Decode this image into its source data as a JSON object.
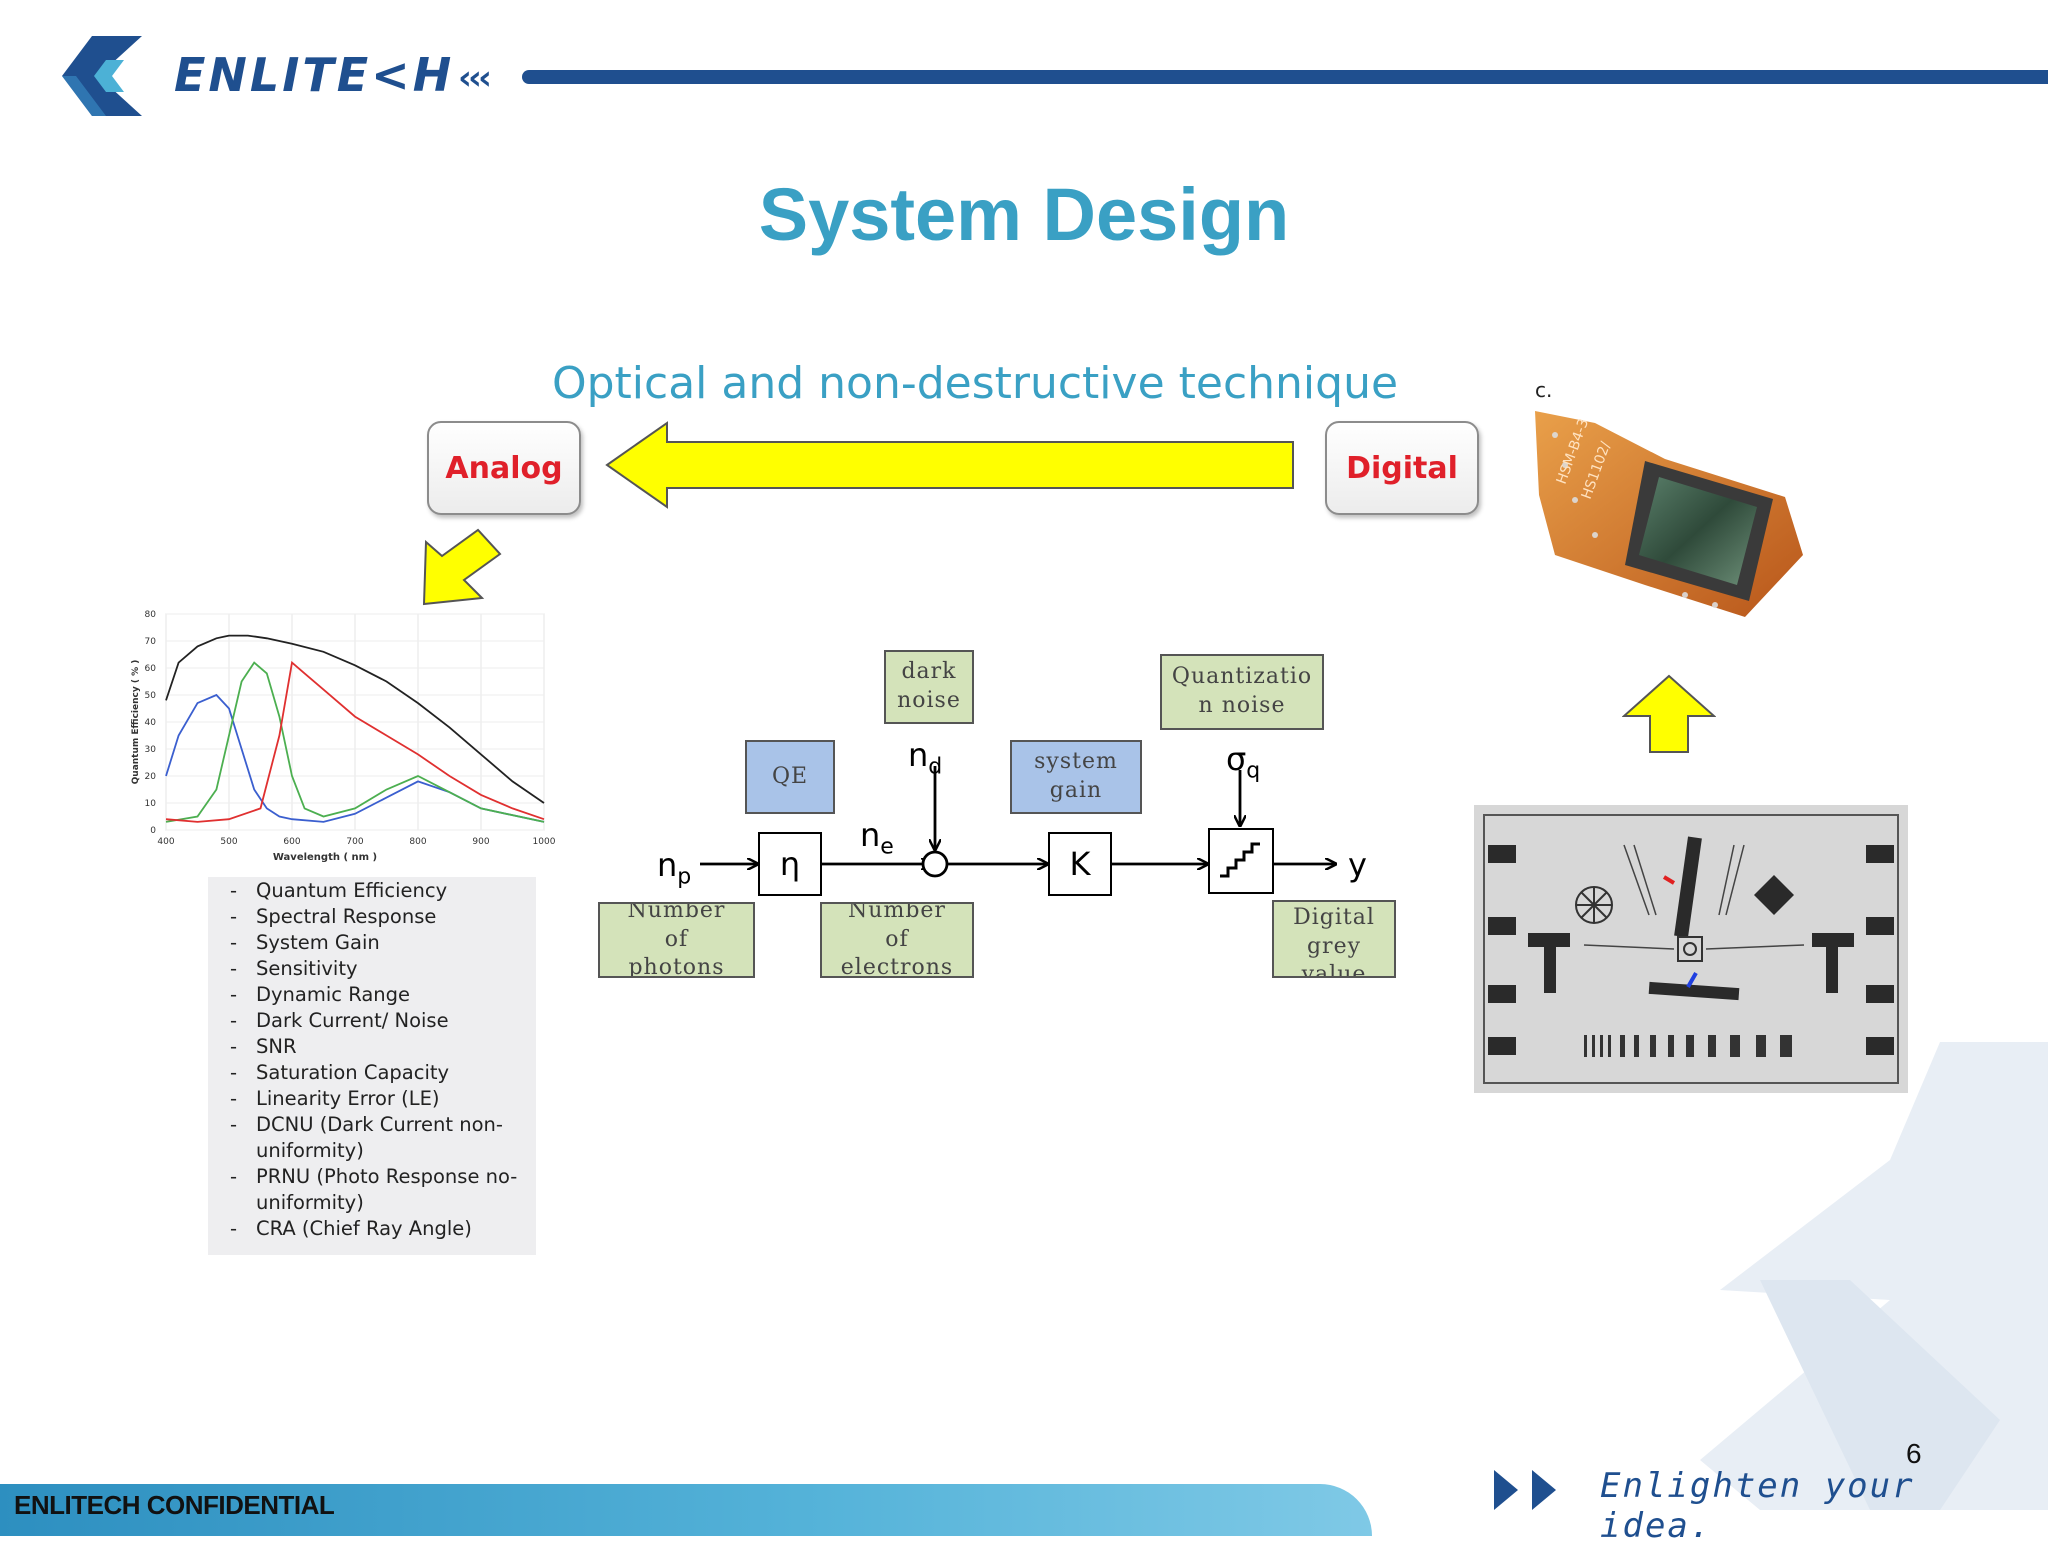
{
  "header": {
    "logo_text": "ENLITE<H",
    "logo_chevrons": "‹‹‹"
  },
  "slide": {
    "title": "System Design",
    "subtitle": "Optical and non-destructive technique",
    "page_number": "6"
  },
  "flow": {
    "analog_label": "Analog",
    "digital_label": "Digital",
    "photo_label": "c."
  },
  "qe_chart": {
    "ylabel": "Quantum Efficiency ( % )",
    "xlabel": "Wavelength ( nm )",
    "y_ticks": [
      "80",
      "70",
      "60",
      "50",
      "40",
      "30",
      "20",
      "10",
      "0"
    ],
    "x_ticks": [
      "400",
      "500",
      "600",
      "700",
      "800",
      "900",
      "1000"
    ],
    "ylim": [
      0,
      80
    ],
    "xlim": [
      400,
      1000
    ],
    "series": [
      {
        "color": "#222222",
        "x": [
          400,
          420,
          450,
          480,
          500,
          530,
          560,
          600,
          650,
          700,
          750,
          800,
          850,
          900,
          950,
          1000
        ],
        "y": [
          48,
          62,
          68,
          71,
          72,
          72,
          71,
          69,
          66,
          61,
          55,
          47,
          38,
          28,
          18,
          10
        ]
      },
      {
        "color": "#3b5fcf",
        "x": [
          400,
          420,
          450,
          480,
          500,
          520,
          540,
          560,
          580,
          600,
          650,
          700,
          750,
          800,
          850,
          900,
          1000
        ],
        "y": [
          20,
          35,
          47,
          50,
          45,
          30,
          15,
          8,
          5,
          4,
          3,
          6,
          12,
          18,
          14,
          8,
          3
        ]
      },
      {
        "color": "#4caf50",
        "x": [
          400,
          450,
          480,
          500,
          520,
          540,
          560,
          580,
          600,
          620,
          650,
          700,
          750,
          800,
          850,
          900,
          1000
        ],
        "y": [
          3,
          5,
          15,
          35,
          55,
          62,
          58,
          42,
          20,
          8,
          5,
          8,
          15,
          20,
          14,
          8,
          3
        ]
      },
      {
        "color": "#e03030",
        "x": [
          400,
          450,
          500,
          550,
          580,
          600,
          620,
          650,
          700,
          750,
          800,
          850,
          900,
          950,
          1000
        ],
        "y": [
          4,
          3,
          4,
          8,
          35,
          62,
          58,
          52,
          42,
          35,
          28,
          20,
          13,
          8,
          4
        ]
      }
    ]
  },
  "features": [
    "Quantum Efficiency",
    "Spectral Response",
    "System Gain",
    "Sensitivity",
    "Dynamic Range",
    "Dark Current/ Noise",
    "SNR",
    "Saturation Capacity",
    "Linearity Error (LE)",
    "DCNU (Dark Current non-uniformity)",
    "PRNU (Photo Response no-uniformity)",
    "CRA (Chief Ray Angle)"
  ],
  "diagram": {
    "dark_noise": "dark noise",
    "quantization_noise": "Quantizatio n noise",
    "qe_box": "QE",
    "system_gain": "system gain",
    "num_photons": "Number of photons",
    "num_electrons": "Number of electrons",
    "digital_grey": "Digital grey value",
    "eta": "η",
    "k": "K",
    "y": "y",
    "np_base": "n",
    "np_sub": "p",
    "ne_base": "n",
    "ne_sub": "e",
    "nd_base": "n",
    "nd_sub": "d",
    "sq_base": "σ",
    "sq_sub": "q"
  },
  "footer": {
    "confidential": "ENLITECH CONFIDENTIAL",
    "slogan": "Enlighten your idea."
  },
  "colors": {
    "brand_blue": "#1f4f8f",
    "title_teal": "#3aa0c4",
    "arrow_yellow": "#ffff00",
    "accent_red": "#e0202a"
  }
}
